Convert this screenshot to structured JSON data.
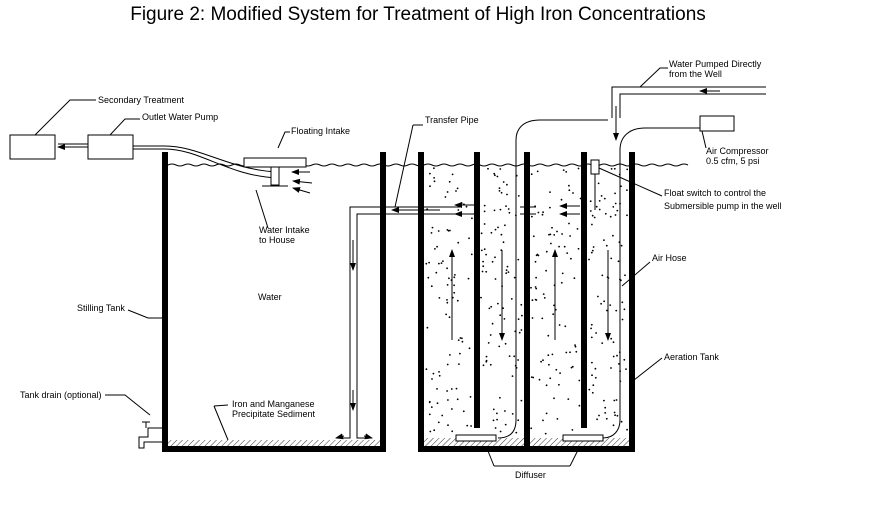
{
  "title": "Figure 2: Modified System for Treatment of High Iron Concentrations",
  "labels": {
    "secondary_treatment": "Secondary Treatment",
    "outlet_water_pump": "Outlet Water Pump",
    "floating_intake": "Floating Intake",
    "water_intake_line1": "Water Intake",
    "water_intake_line2": "to House",
    "transfer_pipe": "Transfer Pipe",
    "water_pumped_line1": "Water Pumped Directly",
    "water_pumped_line2": "from the Well",
    "air_compressor_line1": "Air Compressor",
    "air_compressor_line2": "0.5 cfm, 5 psi",
    "float_switch_line1": "Float switch to control the",
    "float_switch_line2": "Submersible pump in the well",
    "air_hose": "Air Hose",
    "water": "Water",
    "stilling_tank": "Stilling  Tank",
    "aeration_tank": "Aeration Tank",
    "tank_drain": "Tank drain (optional)",
    "sediment_line1": "Iron and Manganese",
    "sediment_line2": "Precipitate Sediment",
    "diffuser": "Diffuser"
  }
}
